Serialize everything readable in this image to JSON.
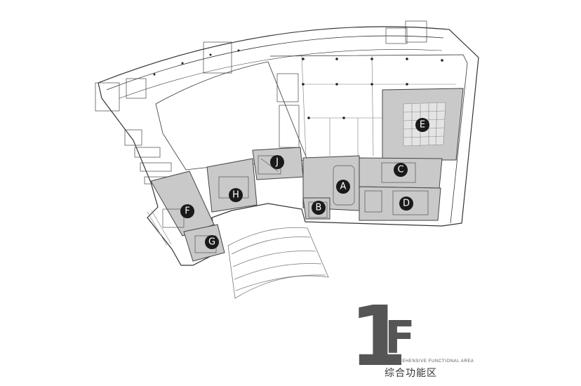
{
  "floor": {
    "number": "1",
    "letter": "F",
    "subtitle_en": "COMPREHENSIVE FUNCTIONAL AREA",
    "subtitle_cn": "综合功能区"
  },
  "zones": [
    {
      "id": "A",
      "label": "A"
    },
    {
      "id": "B",
      "label": "B"
    },
    {
      "id": "C",
      "label": "C"
    },
    {
      "id": "D",
      "label": "D"
    },
    {
      "id": "E",
      "label": "E"
    },
    {
      "id": "F",
      "label": "F"
    },
    {
      "id": "G",
      "label": "G"
    },
    {
      "id": "H",
      "label": "H"
    },
    {
      "id": "J",
      "label": "J"
    }
  ],
  "colors": {
    "zone_fill": "#c9c9c9",
    "marker": "#1a1a1a",
    "wall": "#333333",
    "title": "#555555"
  }
}
